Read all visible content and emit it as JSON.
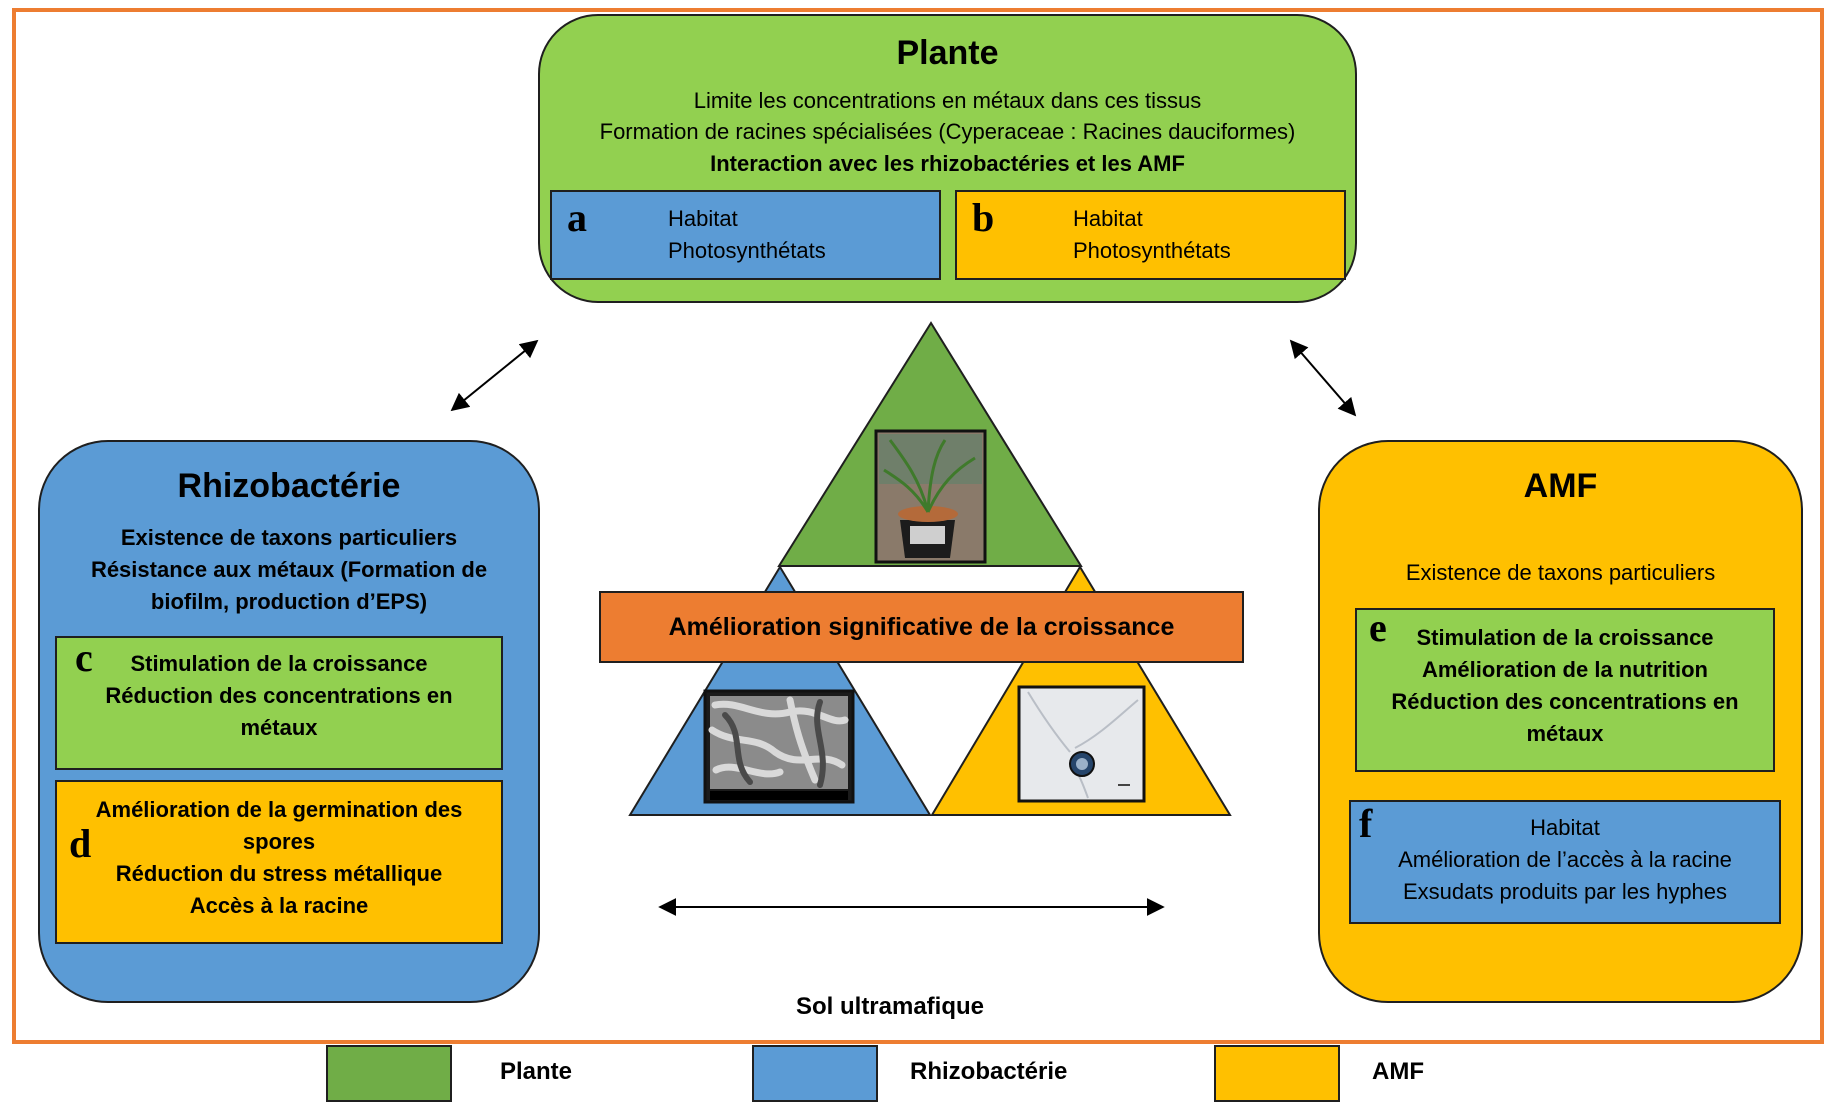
{
  "colors": {
    "plant_green": "#70ad47",
    "plant_panel_green": "#92d050",
    "rhizo_blue": "#5b9bd5",
    "amf_yellow": "#ffc000",
    "banner_orange": "#ed7d31",
    "frame_orange": "#ed7d31"
  },
  "plante": {
    "title": "Plante",
    "lines": [
      "Limite les concentrations en métaux dans ces tissus",
      "Formation de racines spécialisées (Cyperaceae : Racines dauciformes)",
      "Interaction avec les rhizobactéries et les AMF"
    ],
    "box_a": {
      "letter": "a",
      "lines": [
        "Habitat",
        "Photosynthétats"
      ]
    },
    "box_b": {
      "letter": "b",
      "lines": [
        "Habitat",
        "Photosynthétats"
      ]
    }
  },
  "rhizobacterie": {
    "title": "Rhizobactérie",
    "lines": [
      "Existence de taxons particuliers",
      "Résistance aux métaux (Formation de",
      "biofilm, production d’EPS)"
    ],
    "box_c": {
      "letter": "c",
      "lines": [
        "Stimulation de la croissance",
        "Réduction des concentrations en",
        "métaux"
      ]
    },
    "box_d": {
      "letter": "d",
      "lines": [
        "Amélioration de la germination des",
        "spores",
        "Réduction du stress métallique",
        "Accès à la racine"
      ]
    }
  },
  "amf": {
    "title": "AMF",
    "lines": [
      "Existence de taxons particuliers"
    ],
    "box_e": {
      "letter": "e",
      "lines": [
        "Stimulation de la croissance",
        "Amélioration de la nutrition",
        "Réduction des concentrations en",
        "métaux"
      ]
    },
    "box_f": {
      "letter": "f",
      "lines": [
        "Habitat",
        "Amélioration de l’accès à la racine",
        "Exsudats produits par les hyphes"
      ]
    }
  },
  "center": {
    "banner": "Amélioration significative de la croissance",
    "icons": [
      "plant-photo-icon",
      "bacteria-micrograph-icon",
      "spore-micrograph-icon"
    ]
  },
  "bottom_label": "Sol ultramafique",
  "legend": [
    {
      "label": "Plante"
    },
    {
      "label": "Rhizobactérie"
    },
    {
      "label": "AMF"
    }
  ]
}
